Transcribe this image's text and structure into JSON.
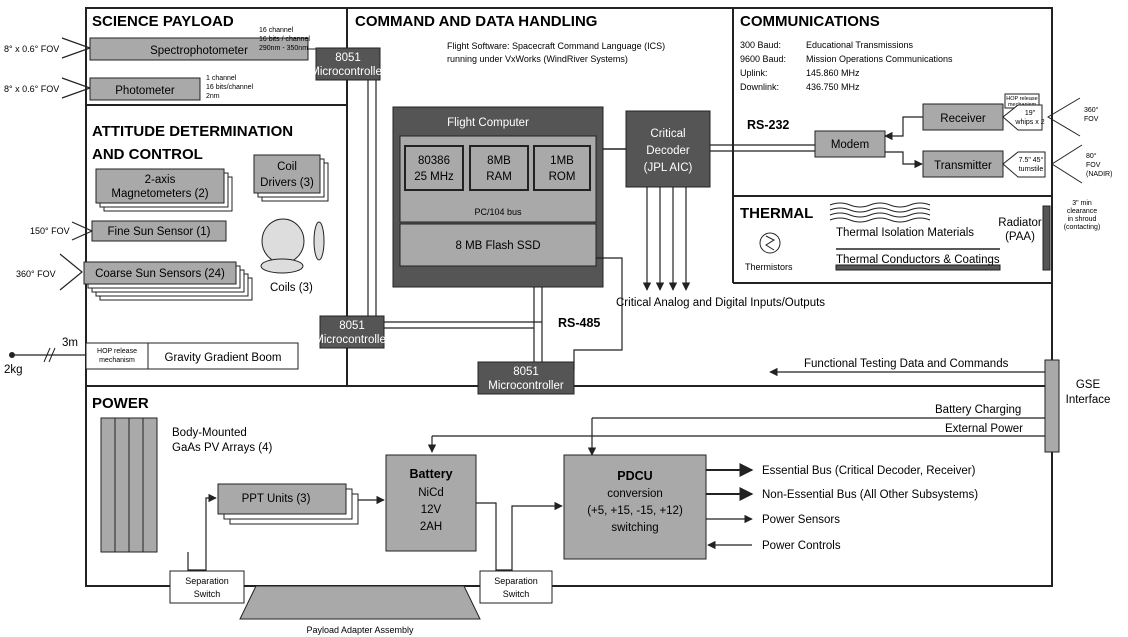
{
  "sections": {
    "science": "SCIENCE PAYLOAD",
    "adcs_1": "ATTITUDE DETERMINATION",
    "adcs_2": "AND CONTROL",
    "cdh": "COMMAND AND DATA HANDLING",
    "comms": "COMMUNICATIONS",
    "thermal": "THERMAL",
    "power": "POWER"
  },
  "science": {
    "spectro_fov": "8° x 0.6° FOV",
    "spectro": "Spectrophotometer",
    "spectro_spec": [
      "16 channel",
      "16 bits / channel",
      "290nm - 350nm"
    ],
    "photo_fov": "8° x 0.6° FOV",
    "photo": "Photometer",
    "photo_spec": [
      "1 channel",
      "16 bits/channel",
      "2nm"
    ]
  },
  "adcs": {
    "magnetometers": [
      "2-axis",
      "Magnetometers (2)"
    ],
    "coil_drivers": [
      "Coil",
      "Drivers (3)"
    ],
    "fine_fov": "150° FOV",
    "fine_sun": "Fine Sun Sensor (1)",
    "coarse_fov": "360° FOV",
    "coarse_sun": "Coarse Sun Sensors (24)",
    "coils": "Coils (3)",
    "boom_length": "3m",
    "boom_mass": "2kg",
    "hop_release": [
      "HOP release",
      "mechanism"
    ],
    "boom": "Gravity Gradient Boom"
  },
  "cdh": {
    "micro": [
      "8051",
      "Microcontroller"
    ],
    "flight_sw": [
      "Flight Software:  Spacecraft Command Language (ICS)",
      "running under VxWorks (WindRiver Systems)"
    ],
    "flight_computer": "Flight Computer",
    "cpu": [
      "80386",
      "25 MHz"
    ],
    "ram": [
      "8MB",
      "RAM"
    ],
    "rom": [
      "1MB",
      "ROM"
    ],
    "bus": "PC/104 bus",
    "ssd": "8 MB Flash SSD",
    "critical_decoder": [
      "Critical",
      "Decoder",
      "(JPL AIC)"
    ],
    "critical_io": "Critical Analog and Digital Inputs/Outputs",
    "rs485": "RS-485",
    "rs232": "RS-232"
  },
  "comms": {
    "rows": [
      [
        "300 Baud:",
        "Educational Transmissions"
      ],
      [
        "9600 Baud:",
        "Mission Operations Communications"
      ],
      [
        "Uplink:",
        "145.860 MHz"
      ],
      [
        "Downlink:",
        "436.750 MHz"
      ]
    ],
    "hop_release": [
      "HOP release",
      "mechanism"
    ],
    "receiver": "Receiver",
    "modem": "Modem",
    "transmitter": "Transmitter",
    "rx_antenna": [
      "19\"",
      "whips x 2"
    ],
    "rx_fov": [
      "360°",
      "FOV"
    ],
    "tx_antenna": [
      "7.5\" 45°",
      "turnstile"
    ],
    "tx_fov": [
      "80°",
      "FOV",
      "(NADIR)"
    ],
    "clearance": [
      "3\" min",
      "clearance",
      "in shroud",
      "(contacting)"
    ]
  },
  "thermal": {
    "isolation": "Thermal Isolation Materials",
    "thermistors": "Thermistors",
    "conductors": "Thermal Conductors & Coatings",
    "radiator": [
      "Radiator",
      "(PAA)"
    ]
  },
  "power": {
    "pv_arrays": [
      "Body-Mounted",
      "GaAs PV Arrays (4)"
    ],
    "ppt": "PPT Units (3)",
    "battery": [
      "Battery",
      "NiCd",
      "12V",
      "2AH"
    ],
    "pdcu": [
      "PDCU",
      "conversion",
      "(+5, +15, -15, +12)",
      "switching"
    ],
    "outputs": [
      "Essential Bus (Critical Decoder, Receiver)",
      "Non-Essential Bus (All Other Subsystems)",
      "Power Sensors",
      "Power Controls"
    ],
    "separation_switch": [
      "Separation",
      "Switch"
    ],
    "payload_adapter": "Payload Adapter Assembly"
  },
  "gse": {
    "functional": "Functional Testing Data and Commands",
    "battery_charging": "Battery Charging",
    "external_power": "External Power",
    "interface": [
      "GSE",
      "Interface"
    ]
  },
  "colors": {
    "block": "#a9a9a9",
    "dark": "#555555",
    "light": "#d4d4d4",
    "line": "#222222"
  }
}
